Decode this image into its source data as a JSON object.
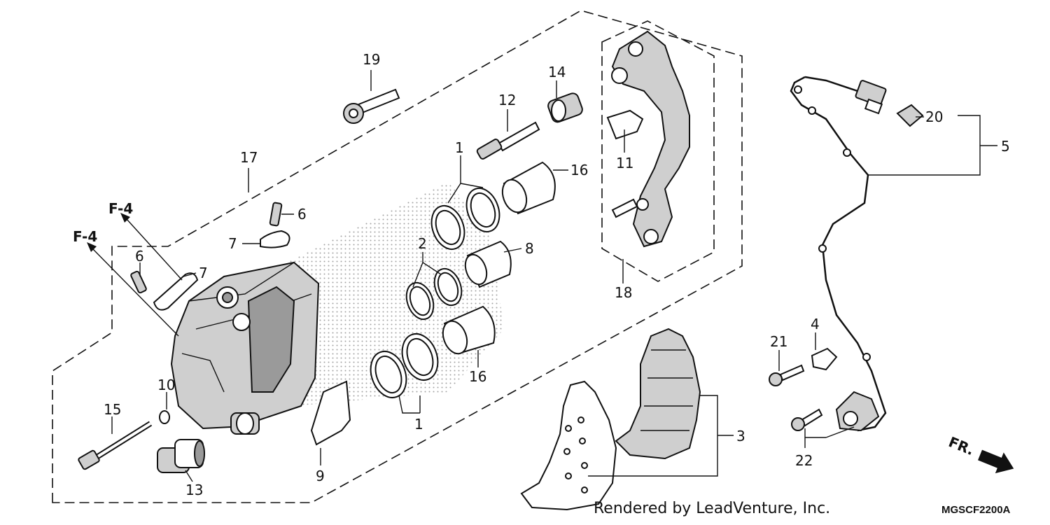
{
  "callouts": {
    "c1a": "1",
    "c1b": "1",
    "c2": "2",
    "c3": "3",
    "c4": "4",
    "c5": "5",
    "c6a": "6",
    "c6b": "6",
    "c7a": "7",
    "c7b": "7",
    "c8": "8",
    "c9": "9",
    "c10": "10",
    "c11": "11",
    "c12": "12",
    "c13": "13",
    "c14": "14",
    "c15": "15",
    "c16a": "16",
    "c16b": "16",
    "c17": "17",
    "c18": "18",
    "c19": "19",
    "c20": "20",
    "c21": "21",
    "c22": "22"
  },
  "refs": {
    "f4a": "F-4",
    "f4b": "F-4"
  },
  "direction": {
    "label": "FR."
  },
  "footer": {
    "credit": "Rendered by LeadVenture, Inc.",
    "code": "MGSCF2200A"
  }
}
